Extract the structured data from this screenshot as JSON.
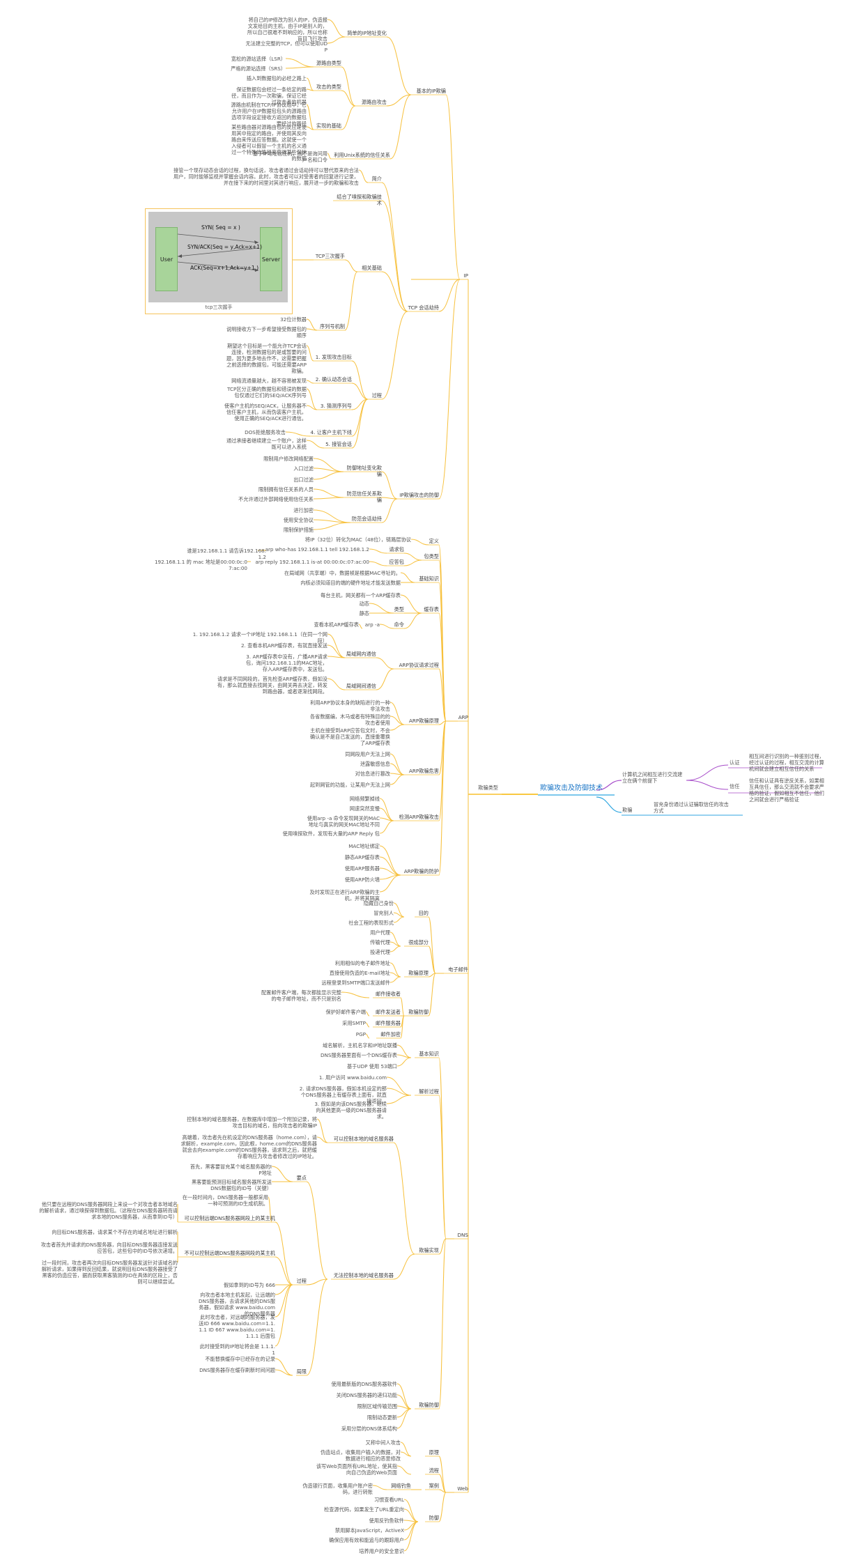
{
  "colors": {
    "branch": "#f7c03b",
    "root_branch": "#f7b500",
    "purple": "#a64ac9",
    "blue": "#2fa6e0",
    "root_text": "#1a75c6"
  },
  "root": {
    "label": "欺骗攻击及防御技术"
  },
  "right": {
    "top": {
      "label": "计算机之间相互进行交流建立在俩个前提下"
    },
    "auth": {
      "label": "认证",
      "desc": "相互间进行识别的一种鉴别过程，经过认证的过程，相互交流的计算机间就会建立相互信任的关系"
    },
    "trust": {
      "label": "信任",
      "desc": "信任和认证具有逆反关系，如果相互具信任，那么交流就不会要求严格的验证，假如相互不信任，他们之间就会进行严格验证"
    },
    "deception": {
      "label": "欺骗",
      "desc": "冒充身份通过认证骗取信任的攻击方式"
    }
  },
  "types": {
    "label": "欺骗类型"
  },
  "ip": {
    "label": "IP",
    "basic": {
      "label": "基本的IP欺骗"
    },
    "simple": {
      "label": "简单的IP地址变化"
    },
    "simple_desc": "将自己的IP修改为别人的IP，伪造报文发给目的主机，由于IP是别人的，所以自己很难不到响应的，所以也称盲目飞行攻击",
    "simple_note": "无法建立完整的TCP，但可以使用UDP",
    "source_route": {
      "label": "源路由攻击"
    },
    "sr_type": {
      "label": "源路由类型"
    },
    "lsr": "宽松的源站选择（LSR）",
    "ssr": "严格的源站选择（SRS）",
    "sr_process": {
      "label": "攻击的类型"
    },
    "sr_process_1": "插入到数据包的必经之路上",
    "sr_process_2": "保证数据包会经过一条给定的路径，而且作为一次欺骗，保证它经过攻击者的机器",
    "sr_impl": {
      "label": "实现的基础"
    },
    "sr_impl_1": "源路由机制在TCP/IP协议组中，它允许用户在IP数据包包头的源路由选项字段设定接收方返回的数据包要经过的路径",
    "sr_impl_2": "某些路由器对源路由包的反应是使用其中指定的路由，并使用其反向路由来传送应答数据。这就使一个入侵者可以假冒一个主机的名义通过一个特殊的路径来获得某些保护的数据",
    "unix": {
      "label": "利用Unix系统的信任关系"
    },
    "unix_desc": "基于IP地址信任的，而不是询问用户名和口令"
  },
  "tcp": {
    "label": "TCP 会话劫持",
    "intro": {
      "label": "简介"
    },
    "intro_desc": "接管一个现存动态会话的过程，换句话说，攻击者通过会话劫持可以替代原来的合法用户，同时能够监视并掌握会话内容。此时，攻击者可以对受害者的回复进行记录，并在接下来的时间里对其进行响应，展开进一步的欺骗和攻击",
    "combine": {
      "label": "结合了嗅探和欺骗技术"
    },
    "related": {
      "label": "相关基础"
    },
    "handshake": {
      "label": "TCP三次握手"
    },
    "seq": {
      "label": "序列号机制"
    },
    "seq_1": "32位计数器",
    "seq_2": "说明接收方下一步希望接受数据包的顺序",
    "fig": {
      "user": "User",
      "server": "Server",
      "msg1": "SYN( Seq = x )",
      "msg2": "SYN/ACK(Seq = y,Ack=x+1)",
      "msg3": "ACK(Seq=x+1,Ack=y+1 )",
      "caption": "tcp三次握手"
    },
    "process": {
      "label": "过程"
    },
    "p1": {
      "label": "1. 发现攻击目标"
    },
    "p1_desc": "期望这个目标是一个能允许TCP会话连接，检测数据包的是或暂要的问题，因为更多地去作不，这需要把握之前选择的数据包，可能还需要ARP欺骗。",
    "p2": {
      "label": "2. 确认动态会话"
    },
    "p2_desc": "网络流通量越大，越不容易被发现",
    "p3": {
      "label": "3. 猜测序列号"
    },
    "p3_desc_1": "TCP区分正确的数据包和错误的数据包仅通过它们的SEQ/ACK序列号",
    "p3_desc_2": "使客户主机的SEQ/ACK，让服务器不信任客户主机，从而伪装客户主机，使用正确的SEQ/ACK进行通信。",
    "p4": {
      "label": "4. 让客户主机下线"
    },
    "p4_desc": "DOS拒绝服务攻击",
    "p5": {
      "label": "5. 接管会话"
    },
    "p5_desc": "通过承接者继续建立一个账户，这样既可以进入系统"
  },
  "ipdef": {
    "label": "IP欺骗攻击的防御",
    "src": {
      "label": "防御地址变化欺骗"
    },
    "src_1": "限制用户修改网络配置",
    "src_2": "入口过滤",
    "src_3": "出口过滤",
    "trust": {
      "label": "防范信任关系欺骗"
    },
    "trust_1": "限制拥有信任关系的人员",
    "trust_2": "不允许通过外部网络使用信任关系",
    "hijack": {
      "label": "防范会话劫持"
    },
    "hijack_1": "进行加密",
    "hijack_2": "使用安全协议",
    "hijack_3": "限制保护措施"
  },
  "arp": {
    "label": "ARP",
    "def": {
      "label": "定义",
      "desc": "将IP（32位）转化为MAC（48位），链路层协议"
    },
    "pkt": {
      "label": "包类型"
    },
    "req": {
      "label": "请求包",
      "desc": "arp who-has 192.168.1.1 tell 192.168.1.2",
      "note": "谁是192.168.1.1 请告诉192.168.1.2"
    },
    "rep": {
      "label": "应答包",
      "desc": "arp reply 192.168.1.1 is-at 00:00:0c:07:ac:00",
      "note": "192.168.1.1 的 mac 地址是00:00:0c:07:ac:00"
    },
    "basic": {
      "label": "基础知识"
    },
    "basic_1": "在局域网（共享端）中，数据帧是根据MAC寻址的。",
    "basic_2": "内核必须知道目的端的硬件地址才能发送数据",
    "cache": {
      "label": "缓存表"
    },
    "cache_1": "每台主机，网关都有一个ARP缓存表",
    "ctype": {
      "label": "类型"
    },
    "dyn": "动态",
    "stat": "静态",
    "cmd": {
      "label": "命令"
    },
    "cmd_1": "arp -a",
    "cmd_2": "查看本机ARP缓存表",
    "req_proc": {
      "label": "ARP协议请求过程"
    },
    "lan": {
      "label": "局域网内通信"
    },
    "lan_1": "1. 192.168.1.2 请求一个IP地址 192.168.1.1（在同一个网段）",
    "lan_2": "2. 查看本机ARP缓存表，有就直接发送",
    "lan_3": "3. ARP缓存表中没有，广播ARP请求包，询问192.168.1.1的MAC地址，存入ARP缓存表中，发送包。",
    "wan": {
      "label": "局域网间通信"
    },
    "wan_1": "请求是不同网段的，首先检查ARP缓存表，假如没有，那么就直接去找网关，由网关再去决定，转发到路由器，或者逐渐找网段。",
    "attack": {
      "label": "ARP欺骗原理"
    },
    "attack_1": "利用ARP协议本身的缺陷进行的一种非法攻击",
    "attack_2": "各省数据编，木马或者有特殊目的的攻击者使用",
    "attack_3": "主机在接受到ARP应答包文时，不会确认是不是自己发送的，直接重覆换了ARP缓存表",
    "harm": {
      "label": "ARP欺骗危害"
    },
    "harm_1": "同网段用户无法上网",
    "harm_2": "泄露敏感信息",
    "harm_3": "对信息进行篡改",
    "harm_4": "起到网管的功能，让某用户无法上网",
    "detect": {
      "label": "检测ARP欺骗攻击"
    },
    "detect_1": "网络频繁掉线",
    "detect_2": "网速突然变慢",
    "detect_3": "使用arp -a 命令发现网关的MAC地址与真实的网关MAC地址不同",
    "detect_4": "使用嗅探软件，发现有大量的ARP Reply 包",
    "defend": {
      "label": "ARP欺骗的防护"
    },
    "defend_1": "MAC地址绑定",
    "defend_2": "静态ARP缓存表",
    "defend_3": "使用ARP服务器",
    "defend_4": "使用ARP防火墙",
    "defend_5": "及时发现正在进行ARP欺骗的主机，并将其隔离"
  },
  "email": {
    "label": "电子邮件",
    "purpose": {
      "label": "目的"
    },
    "purpose_1": "隐藏自己身份",
    "purpose_2": "冒充别人",
    "purpose_3": "社会工程的表现形式",
    "way": {
      "label": "很成部分"
    },
    "way_1": "用户代理",
    "way_2": "传输代理",
    "way_3": "投递代理",
    "principle": {
      "label": "欺骗原理"
    },
    "principle_1": "利用相似的电子邮件地址",
    "principle_2": "直接使用伪造的E-mail地址",
    "principle_3": "远程登录到SMTP端口发送邮件",
    "defend": {
      "label": "欺骗防御"
    },
    "defend_1": {
      "label": "邮件接收者"
    },
    "defend_1_desc": "配置邮件客户端，每次都能显示完整的电子邮件地址，而不只是别名",
    "defend_2": {
      "label": "邮件发送者"
    },
    "defend_2_desc": "保护好邮件客户端",
    "defend_3": {
      "label": "邮件服务器"
    },
    "defend_3_desc": "采用SMTP",
    "defend_4": {
      "label": "邮件加密"
    },
    "defend_4_desc": "PGP"
  },
  "dns": {
    "label": "DNS",
    "basic": {
      "label": "基本知识"
    },
    "basic_1": "域名解析，主机名字和IP地址联播",
    "basic_2": "DNS服务器里面有一个DNS缓存表",
    "basic_3": "基于UDP 使用 53端口",
    "resolve": {
      "label": "解析过程"
    },
    "r1": "1. 用户访问 www.baidu.com",
    "r2": "2. 请求DNS服务器，假如本机设定的那个DNS服务器上有缓存表上面有，就直接返回。",
    "r3": "3. 假如是向该DNS服务器，继续向其他更高一级的DNS服务器请求。",
    "impl": {
      "label": "欺骗实现"
    },
    "ctrl": {
      "label": "可以控制本地的域名服务器"
    },
    "ctrl_1": "控制本地的域名服务器，在数据库中增加一个附加记录，将攻击目标的域名，指向攻击者的欺骗IP",
    "ctrl_2": "高端着，攻击者先在机设定的DNS服务器（home.com），请求解析，example.com，因此根，home.com的DNS服务器就会去向example.com的DNS服务器，请求到之后，就把缓存着响应为攻击者修改过的IP地址。",
    "nctrl": {
      "label": "无法控制本地的域名服务器"
    },
    "key": {
      "label": "要点"
    },
    "key_1": "首先，黑客要冒充某个域名服务器的IP地址",
    "key_2": "黑客要能预测目标域名服务器所发送DNS数据包的ID号（关键）",
    "proc": {
      "label": "过程"
    },
    "pc1": {
      "label": "可以控制远端DNS服务器网段上的某主机"
    },
    "pc1_desc": "在一段时间内，DNS服务器一般都采用一种可预测的ID生成机制。",
    "pc1_desc_2": "他只要在远程的DNS服务器网段上来设一个对攻击者本地域名的解析请求，通过嗅探得到数据包。（这程在DNS服务器转而请求本地的DNS服务器，从而拿到ID号）",
    "pc2": {
      "label": "不可以控制远端DNS服务器网段的某主机"
    },
    "pc2_desc_1": "向目标DNS服务器，请求某个不存在的域名地址进行解析",
    "pc2_desc_2": "攻击者首先并请求的DNS服务器，向目标DNS服务器连接发送应答包，这些包中的ID号依次递增。",
    "pc2_desc_3": "过一段时间，攻击者再次向目标DNS服务器发送针对该域名的解析请求，如果得到反回结果，就说明目标DNS服务器接受了黑客的伪造应答，据而获取黑客猜测的ID在具体的区段上，否则可以继续尝试。",
    "pc3_1": "假如拿到的ID号为 666",
    "pc3_2": "向攻击者本地主机发起，让远端的DNS服务器，去请求其他的DNS服务器，假如请求 www.baidu.com的DNS服务器",
    "pc3_3": "此时攻击者，对远端的服务器，发送ID 666 www.baidu.com=1.1.1.1 ID 667 www.baidu.com=1.1.1.1 后面包",
    "pc3_4": "此时接受到的IP地址将会是 1.1.1.1",
    "limit": {
      "label": "局限"
    },
    "limit_1": "不能替换缓存中已经存在的记录",
    "limit_2": "DNS服务器存在缓存刷新时间问题",
    "defend": {
      "label": "欺骗防御"
    },
    "defend_1": "使用最新版的DNS服务器软件",
    "defend_2": "关闭DNS服务器的递归功能",
    "defend_3": "限制区域传输范围",
    "defend_4": "限制动态更新",
    "defend_5": "采用分层的DNS体系结构"
  },
  "web": {
    "label": "Web",
    "principle": {
      "label": "原理"
    },
    "principle_1": "又称中间人攻击",
    "principle_2": "伪造站点，收集用户输入的数据，对数据进行相应的恶意修改",
    "flow": {
      "label": "流程"
    },
    "flow_1": "该写Web页面所有URL地址，使其指向自己伪造的Web页面",
    "case": {
      "label": "案例"
    },
    "case_1": {
      "label": "网络钓鱼"
    },
    "case_1_desc": "伪造银行页面，收集用户账户密码，进行转账",
    "defend": {
      "label": "防御"
    },
    "defend_1": "习惯查看URL",
    "defend_2": "检查源代码，如果发生了URL重定向",
    "defend_3": "使用反钓鱼软件",
    "defend_4": "禁用脚本JavaScript，ActiveX",
    "defend_5": "确保应用有效和能追与的跟踪用户",
    "defend_6": "培养用户的安全意识"
  }
}
